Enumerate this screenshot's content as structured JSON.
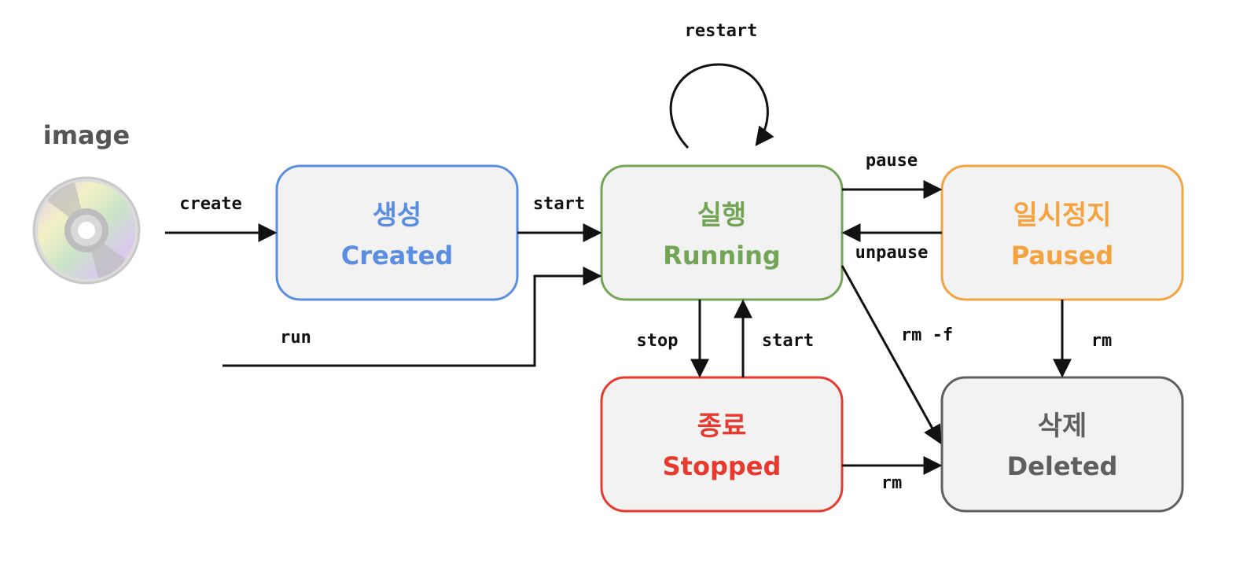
{
  "image_source": {
    "label": "image"
  },
  "states": {
    "created": {
      "ko": "생성",
      "en": "Created",
      "color": "#5b8ee0"
    },
    "running": {
      "ko": "실행",
      "en": "Running",
      "color": "#72a556"
    },
    "paused": {
      "ko": "일시정지",
      "en": "Paused",
      "color": "#f4a340"
    },
    "stopped": {
      "ko": "종료",
      "en": "Stopped",
      "color": "#e8392f"
    },
    "deleted": {
      "ko": "삭제",
      "en": "Deleted",
      "color": "#5f5f5f"
    }
  },
  "box_fill": "#f2f2f2",
  "transitions": {
    "create": "create",
    "start_created_running": "start",
    "run": "run",
    "restart": "restart",
    "pause": "pause",
    "unpause": "unpause",
    "stop": "stop",
    "start_stopped_running": "start",
    "rm_force": "rm -f",
    "rm_paused": "rm",
    "rm_stopped": "rm"
  }
}
